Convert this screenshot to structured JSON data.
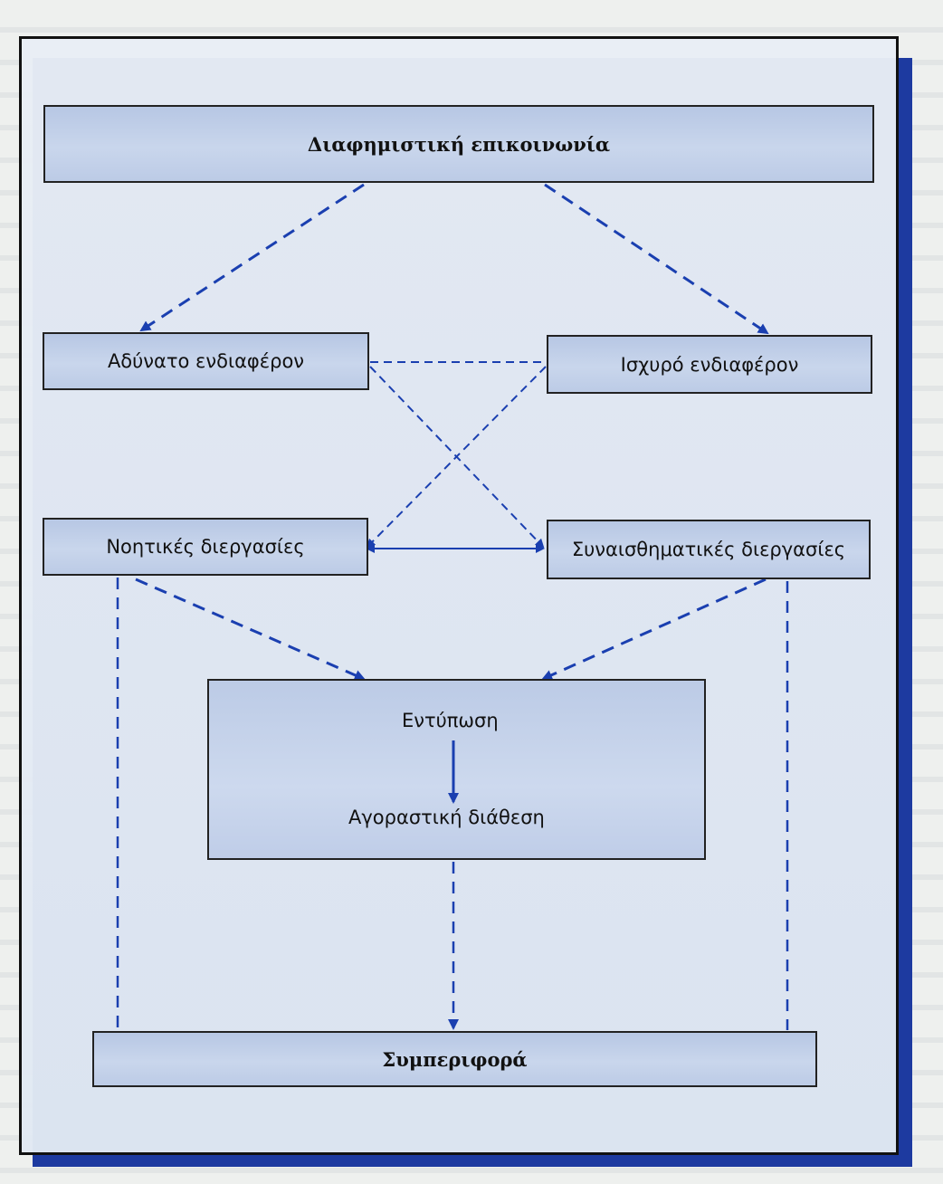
{
  "diagram": {
    "top_box": "Διαφημιστική επικοινωνία",
    "weak_interest": "Αδύνατο ενδιαφέρον",
    "strong_interest": "Ισχυρό ενδιαφέρον",
    "cognitive_processes": "Νοητικές διεργασίες",
    "emotional_processes": "Συναισθηματικές διεργασίες",
    "impression": "Εντύπωση",
    "purchase_intent": "Αγοραστική διάθεση",
    "behavior": "Συμπεριφορά"
  },
  "colors": {
    "box_fill": "#c3d1ea",
    "arrow": "#1a3fb0",
    "frame_shadow": "#1d3aa0"
  }
}
